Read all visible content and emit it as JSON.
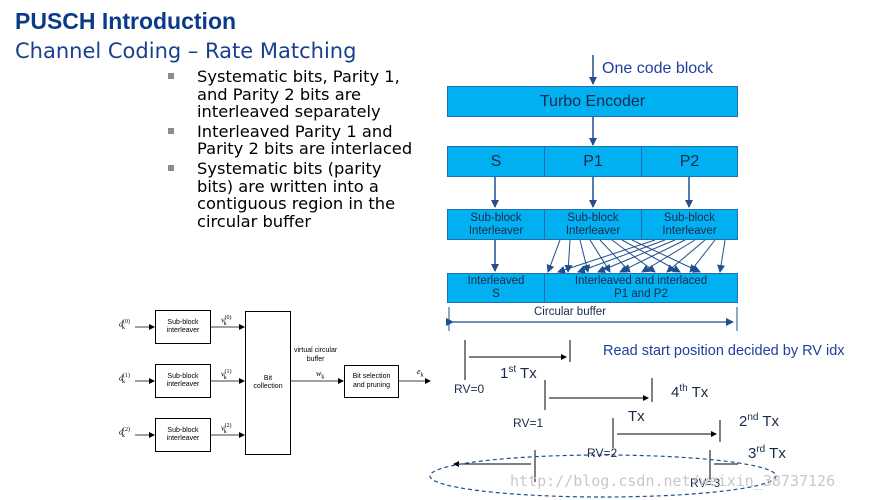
{
  "header": {
    "title": "PUSCH Introduction",
    "subtitle": "Channel Coding – Rate Matching"
  },
  "bullets": [
    "Systematic bits, Parity 1, and Parity 2 bits are interleaved separately",
    "Interleaved Parity 1 and Parity 2 bits are interlaced",
    "Systematic bits (parity bits) are written into a contiguous region in the circular buffer"
  ],
  "pipeline": {
    "input_label": "One code block",
    "turbo_encoder": "Turbo Encoder",
    "streams": [
      "S",
      "P1",
      "P2"
    ],
    "subblock_label_line1": "Sub-block",
    "subblock_label_line2": "Interleaver",
    "interleaved_s_line1": "Interleaved",
    "interleaved_s_line2": "S",
    "interlaced_line1": "Interleaved and interlaced",
    "interlaced_line2": "P1 and P2",
    "circular_buffer": "Circular buffer"
  },
  "rv": {
    "note": "Read start position decided by RV idx",
    "rv0": "RV=0",
    "rv1": "RV=1",
    "rv2": "RV=2",
    "rv3": "RV=3",
    "tx1_num": "1",
    "tx1_sup": "st",
    "tx4_num": "4",
    "tx4_sup": "th",
    "tx2_num": "2",
    "tx2_sup": "nd",
    "tx3_num": "3",
    "tx3_sup": "rd",
    "tx_word": "Tx",
    "tx_mid": "Tx"
  },
  "block_diagram": {
    "inputs": [
      "d",
      "d",
      "d"
    ],
    "input_sup": [
      "(0)",
      "(1)",
      "(2)"
    ],
    "input_sub": "k",
    "subblock_line1": "Sub-block",
    "subblock_line2": "interleaver",
    "outputs": [
      "v",
      "v",
      "v"
    ],
    "output_sup": [
      "(0)",
      "(1)",
      "(2)"
    ],
    "output_sub": "k",
    "bit_collection_line1": "Bit",
    "bit_collection_line2": "collection",
    "virtual_buffer_line1": "virtual circular",
    "virtual_buffer_line2": "buffer",
    "wk": "w",
    "wk_sub": "k",
    "selection_line1": "Bit selection",
    "selection_line2": "and pruning",
    "ek": "e",
    "ek_sub": "k"
  },
  "watermark": "http://blog.csdn.net/weixin_38737126",
  "colors": {
    "title": "#0a3a8a",
    "box_fill": "#00b0f0",
    "box_border": "#1f6fb2",
    "arrow": "#1f4f8f",
    "label_blue": "#1f3f9f"
  }
}
